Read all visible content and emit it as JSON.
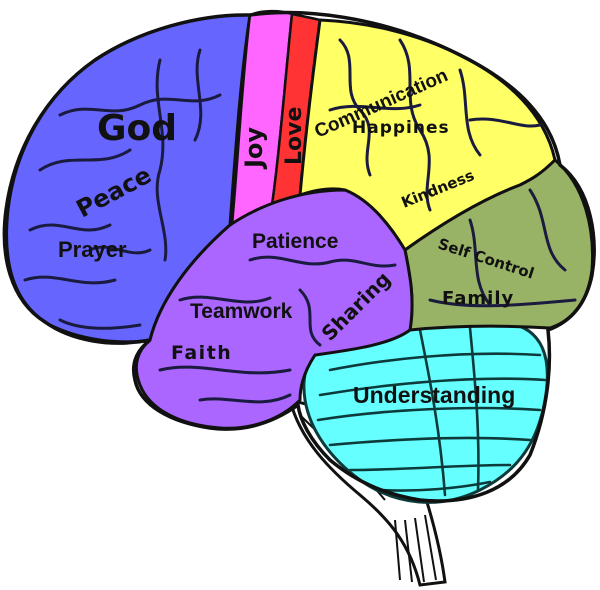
{
  "regions": {
    "god": {
      "label": "God",
      "color": "#6666ff"
    },
    "peace": {
      "label": "Peace",
      "color": "#6666ff"
    },
    "prayer": {
      "label": "Prayer",
      "color": "#6666ff"
    },
    "joy": {
      "label": "Joy",
      "color": "#ff66ff"
    },
    "love": {
      "label": "Love",
      "color": "#ff3333"
    },
    "communication": {
      "label": "Communication",
      "color": "#ffff66"
    },
    "happines": {
      "label": "Happines",
      "color": "#ffff66"
    },
    "kindness": {
      "label": "Kindness",
      "color": "#ffff66"
    },
    "self_control": {
      "label": "Self Control",
      "color": "#99b366"
    },
    "family": {
      "label": "Family",
      "color": "#99b366"
    },
    "patience": {
      "label": "Patience",
      "color": "#aa66ff"
    },
    "sharing": {
      "label": "Sharing",
      "color": "#aa66ff"
    },
    "teamwork": {
      "label": "Teamwork",
      "color": "#aa66ff"
    },
    "faith": {
      "label": "Faith",
      "color": "#aa66ff"
    },
    "understanding": {
      "label": "Understanding",
      "color": "#66ffff"
    }
  },
  "colors": {
    "outline": "#111111",
    "brainstem": "#ffffff"
  }
}
